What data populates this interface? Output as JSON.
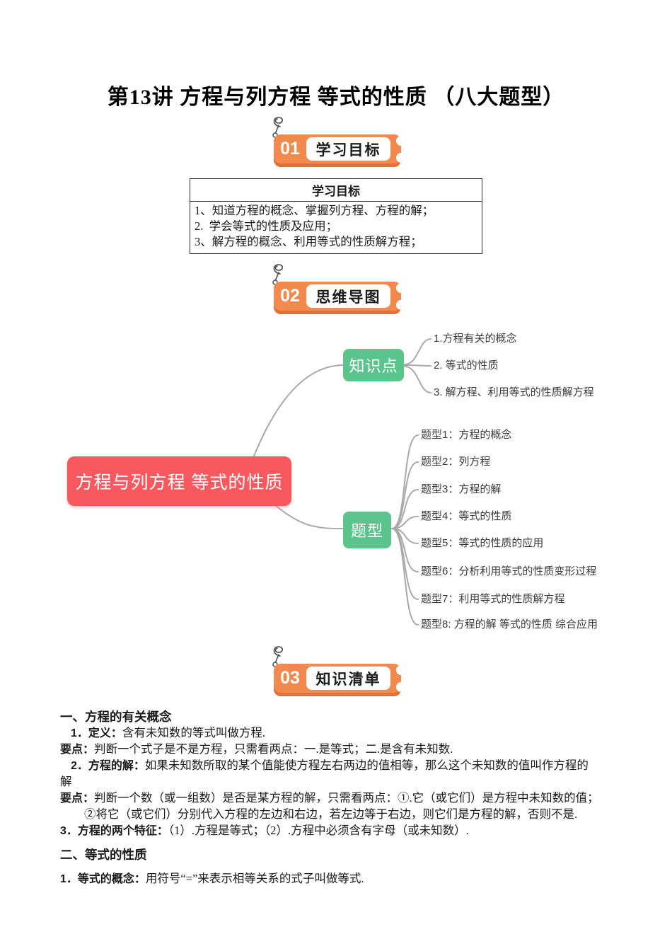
{
  "page": {
    "title": "第13讲 方程与列方程 等式的性质 （八大题型）"
  },
  "sections": [
    {
      "number": "01",
      "label": "学习目标"
    },
    {
      "number": "02",
      "label": "思维导图"
    },
    {
      "number": "03",
      "label": "知识清单"
    }
  ],
  "goals_table": {
    "header": "学习目标",
    "items": [
      "1、知道方程的概念、掌握列方程、方程的解；",
      "2.  学会等式的性质及应用；",
      "3、解方程的概念、利用等式的性质解方程；"
    ]
  },
  "mindmap": {
    "root": "方程与列方程 等式的性质",
    "branches": [
      {
        "label": "知识点",
        "children": [
          "1.方程有关的概念",
          "2. 等式的性质",
          "3. 解方程、利用等式的性质解方程"
        ]
      },
      {
        "label": "题型",
        "children": [
          "题型1：方程的概念",
          "题型2：列方程",
          "题型3：方程的解",
          "题型4：等式的性质",
          "题型5：等式的性质的应用",
          "题型6：分析利用等式的性质变形过程",
          "题型7：利用等式的性质解方程",
          "题型8: 方程的解 等式的性质 综合应用"
        ]
      }
    ],
    "colors": {
      "root_bg": "#F8595F",
      "branch_bg": "#5BC48C",
      "connector": "#A9A9A9",
      "badge_orange": "#F18A4C",
      "badge_shadow": "#E0713A"
    }
  },
  "knowledge": {
    "lines": [
      {
        "bold": "一、方程的有关概念",
        "text": ""
      },
      {
        "bold": "1．定义：",
        "text": "含有未知数的等式叫做方程."
      },
      {
        "bold": "要点：",
        "text": "判断一个式子是不是方程，只需看两点：一.是等式；二.是含有未知数."
      },
      {
        "bold": "2．方程的解：",
        "text": "如果未知数所取的某个值能使方程左右两边的值相等，那么这个未知数的值叫作方程的"
      },
      {
        "bold": "",
        "text": "解"
      },
      {
        "bold": "要点：",
        "text": "判断一个数（或一组数）是否是某方程的解，只需看两点：①.它（或它们）是方程中未知数的值；"
      },
      {
        "bold": "",
        "text": "②将它（或它们）分别代入方程的左边和右边，若左边等于右边，则它们是方程的解，否则不是."
      },
      {
        "bold": "3．方程的两个特征：",
        "text": "（1）.方程是等式；（2）.方程中必须含有字母（或未知数）."
      },
      {
        "bold": "二、等式的性质",
        "text": ""
      },
      {
        "bold": "1．等式的概念：",
        "text": "用符号“=”来表示相等关系的式子叫做等式."
      }
    ]
  }
}
